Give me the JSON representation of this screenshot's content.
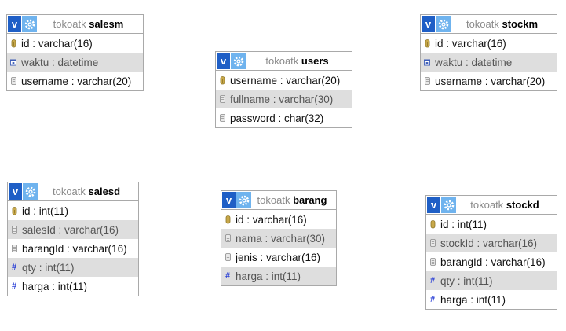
{
  "colors": {
    "v_button": "#1f5fc6",
    "settings_button": "#6fb3ee",
    "alt_row": "#dedede",
    "border": "#a9a9a9",
    "key_icon": "#c8a84a",
    "numeric_icon": "#2a3fd6"
  },
  "icons": {
    "view": "v-button",
    "settings": "gear-icon",
    "primary_key": "key-icon",
    "text_field": "text-field-icon",
    "datetime_field": "calendar-icon",
    "numeric_field": "hash-icon"
  },
  "tables": {
    "salesm": {
      "db": "tokoatk",
      "name": "salesm",
      "v_label": "v",
      "fields": [
        {
          "text": "id : varchar(16)",
          "icon": "key"
        },
        {
          "text": "waktu : datetime",
          "icon": "date"
        },
        {
          "text": "username : varchar(20)",
          "icon": "text"
        }
      ]
    },
    "users": {
      "db": "tokoatk",
      "name": "users",
      "v_label": "v",
      "fields": [
        {
          "text": "username : varchar(20)",
          "icon": "key"
        },
        {
          "text": "fullname : varchar(30)",
          "icon": "text"
        },
        {
          "text": "password : char(32)",
          "icon": "text"
        }
      ]
    },
    "stockm": {
      "db": "tokoatk",
      "name": "stockm",
      "v_label": "v",
      "fields": [
        {
          "text": "id : varchar(16)",
          "icon": "key"
        },
        {
          "text": "waktu : datetime",
          "icon": "date"
        },
        {
          "text": "username : varchar(20)",
          "icon": "text"
        }
      ]
    },
    "salesd": {
      "db": "tokoatk",
      "name": "salesd",
      "v_label": "v",
      "fields": [
        {
          "text": "id : int(11)",
          "icon": "key"
        },
        {
          "text": "salesId : varchar(16)",
          "icon": "text"
        },
        {
          "text": "barangId : varchar(16)",
          "icon": "text"
        },
        {
          "text": "qty : int(11)",
          "icon": "hash"
        },
        {
          "text": "harga : int(11)",
          "icon": "hash"
        }
      ]
    },
    "barang": {
      "db": "tokoatk",
      "name": "barang",
      "v_label": "v",
      "fields": [
        {
          "text": "id : varchar(16)",
          "icon": "key"
        },
        {
          "text": "nama : varchar(30)",
          "icon": "text"
        },
        {
          "text": "jenis : varchar(16)",
          "icon": "text"
        },
        {
          "text": "harga : int(11)",
          "icon": "hash"
        }
      ]
    },
    "stockd": {
      "db": "tokoatk",
      "name": "stockd",
      "v_label": "v",
      "fields": [
        {
          "text": "id : int(11)",
          "icon": "key"
        },
        {
          "text": "stockId : varchar(16)",
          "icon": "text"
        },
        {
          "text": "barangId : varchar(16)",
          "icon": "text"
        },
        {
          "text": "qty : int(11)",
          "icon": "hash"
        },
        {
          "text": "harga : int(11)",
          "icon": "hash"
        }
      ]
    }
  }
}
